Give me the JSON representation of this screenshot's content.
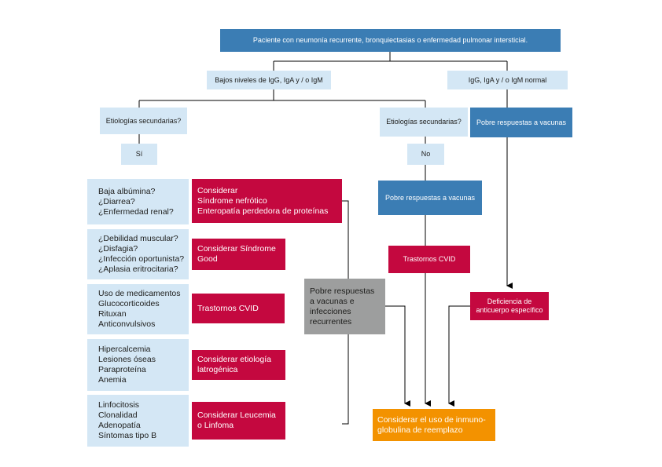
{
  "top": {
    "text": "Paciente con neumonía recurrente, bronquiectasias o enfermedad pulmonar intersticial."
  },
  "low_levels": {
    "text": "Bajos niveles de IgG, IgA y / o IgM"
  },
  "normal_levels": {
    "text": "IgG, IgA y / o IgM normal"
  },
  "etiology_left": {
    "text": "Etiologías secundarias?"
  },
  "etiology_right": {
    "text": "Etiologías secundarias?"
  },
  "si": {
    "text": "Sí"
  },
  "no": {
    "text": "No"
  },
  "poor_response_right": {
    "text": "Pobre respuestas a vacunas"
  },
  "poor_response_mid": {
    "text": "Pobre respuestas a vacunas"
  },
  "cvid_mid": {
    "text": "Trastornos CVID"
  },
  "specific_def": {
    "lines": [
      "Deficiencia de",
      "anticuerpo específico"
    ]
  },
  "gray_box": {
    "lines": [
      "Pobre respuestas",
      "a vacunas e",
      "infecciones",
      "recurrentes"
    ]
  },
  "final": {
    "lines": [
      "Considerar el uso de inmuno-",
      "globulina de reemplazo"
    ]
  },
  "rows": [
    {
      "questions": [
        "Baja albúmina?",
        "¿Diarrea?",
        "¿Enfermedad renal?"
      ],
      "consider": [
        "Considerar",
        "Síndrome nefrótico",
        "Enteropatía perdedora de proteínas"
      ]
    },
    {
      "questions": [
        "¿Debilidad muscular?",
        "¿Disfagia?",
        "¿Infección oportunista?",
        "¿Aplasia eritrocitaria?"
      ],
      "consider": [
        "Considerar Síndrome",
        "Good"
      ]
    },
    {
      "questions": [
        "Uso de medicamentos",
        "Glucocorticoides",
        "Rituxan",
        "Anticonvulsivos"
      ],
      "consider": [
        "Trastornos CVID"
      ]
    },
    {
      "questions": [
        "Hipercalcemia",
        "Lesiones óseas",
        "Paraproteína",
        "Anemia"
      ],
      "consider": [
        "Considerar etiología",
        "latrogénica"
      ]
    },
    {
      "questions": [
        "Linfocitosis",
        "Clonalidad",
        "Adenopatía",
        "Síntomas tipo B"
      ],
      "consider": [
        "Considerar Leucemia",
        "o Linfoma"
      ]
    }
  ],
  "colors": {
    "light_blue": "#d4e7f5",
    "blue": "#3b7db4",
    "red": "#c4083f",
    "gray": "#9d9e9e",
    "orange": "#f39200"
  }
}
